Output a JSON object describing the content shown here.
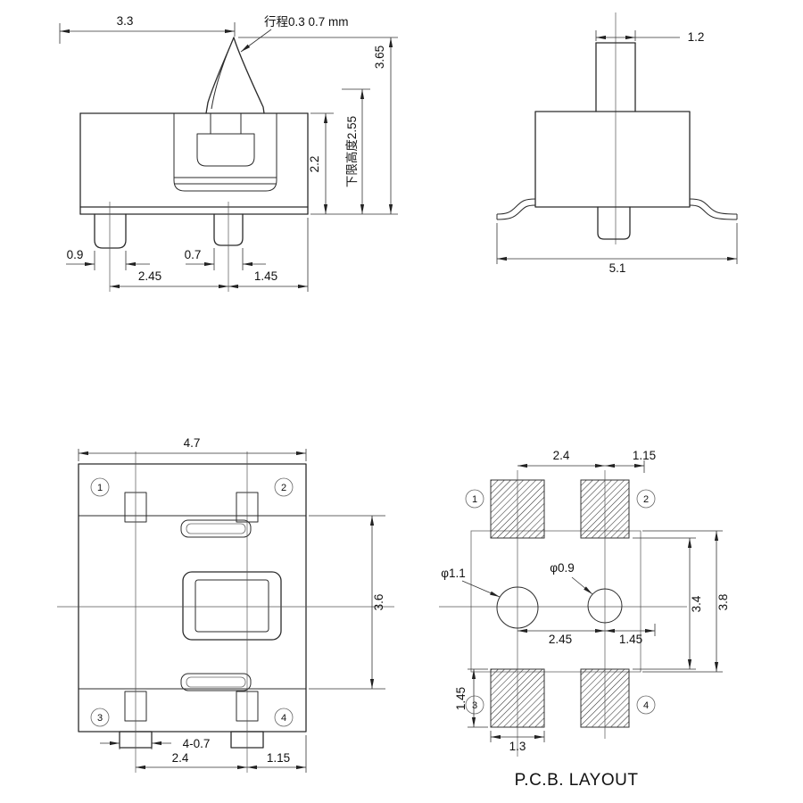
{
  "colors": {
    "ink": "#222222",
    "background": "#ffffff"
  },
  "front_view": {
    "dim_top_width": "3.3",
    "dim_stroke": "行程0.3  0.7 mm",
    "dim_body_height": "2.2",
    "dim_lower_limit": "下限高度2.55",
    "dim_total_height": "3.65",
    "dim_pin1_width": "0.9",
    "dim_pin2_width": "0.7",
    "dim_pin_pitch": "2.45",
    "dim_pin_to_edge": "1.45"
  },
  "side_view": {
    "dim_shaft_width": "1.2",
    "dim_total_width": "5.1"
  },
  "top_view": {
    "dim_width": "4.7",
    "dim_height": "3.6",
    "dim_pin_note": "4-0.7",
    "dim_pitch": "2.4",
    "dim_edge": "1.15",
    "pins": [
      "1",
      "2",
      "3",
      "4"
    ]
  },
  "pcb_view": {
    "title": "P.C.B. LAYOUT",
    "dim_pitch": "2.4",
    "dim_edge": "1.15",
    "dim_hole1": "φ1.1",
    "dim_hole2": "φ0.9",
    "dim_pad_span": "3.4",
    "dim_outline_height": "3.8",
    "dim_hole_pitch": "2.45",
    "dim_hole_edge": "1.45",
    "dim_pad_height": "1.45",
    "dim_pad_width": "1.3",
    "pins": [
      "1",
      "2",
      "3",
      "4"
    ]
  }
}
